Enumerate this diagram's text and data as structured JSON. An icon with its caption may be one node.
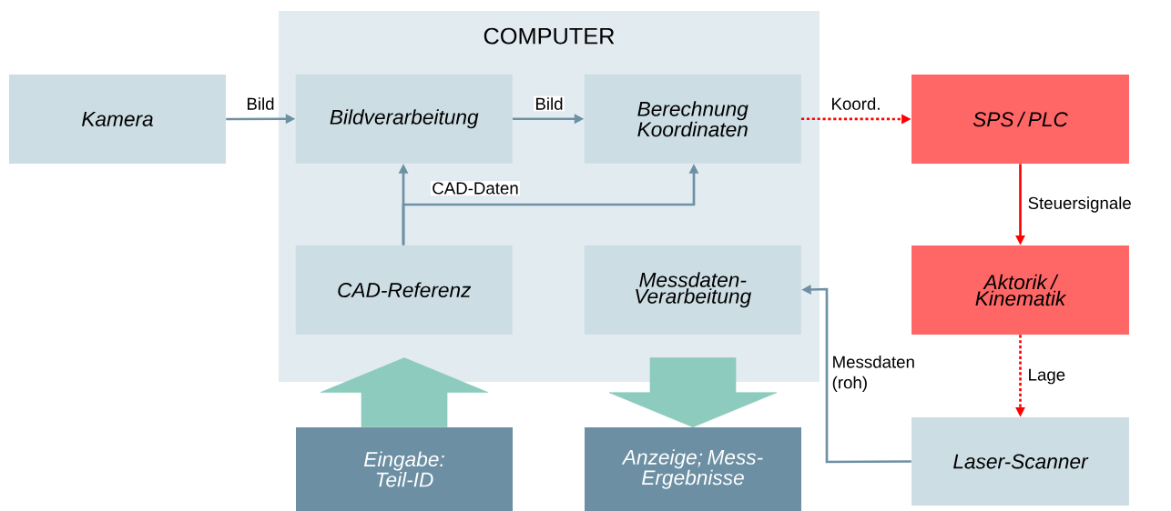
{
  "diagram": {
    "nodes": [
      {
        "text": [
          "COMPUTER"
        ]
      },
      {
        "text": [
          "Kamera"
        ]
      },
      {
        "text": [
          "Bildverarbeitung"
        ],
        "in": 0
      },
      {
        "text": [
          "Berechnung Koordinaten"
        ],
        "in": 0
      },
      {
        "text": [
          "CAD-Referenz"
        ],
        "in": 0
      },
      {
        "text": [
          "Messdaten- Verarbeitung"
        ],
        "in": 0
      },
      {
        "text": [
          "SPS / PLC"
        ]
      },
      {
        "text": [
          "Aktorik / Kinematik"
        ]
      },
      {
        "text": [
          "Laser-Scanner"
        ]
      },
      {
        "text": [
          "Eingabe: Teil-ID"
        ]
      },
      {
        "text": [
          "Anzeige; Mess- Ergebnisse"
        ]
      }
    ],
    "edges": [
      {
        "from": 1,
        "to": 2,
        "arrow": "to",
        "label": "Bild"
      },
      {
        "from": 2,
        "to": 3,
        "arrow": "to",
        "label": "Bild"
      },
      {
        "from": 3,
        "to": 6,
        "arrow": "to",
        "label": "Koord.",
        "style": "dashed",
        "color": "#ff0000"
      },
      {
        "from": 4,
        "to": 2,
        "arrow": "to"
      },
      {
        "from": 4,
        "to": 3,
        "arrow": "to",
        "label": "CAD-Daten"
      },
      {
        "from": 6,
        "to": 7,
        "arrow": "to",
        "label": "Steuersignale",
        "color": "#ff0000"
      },
      {
        "from": 7,
        "to": 8,
        "arrow": "to",
        "label": "Lage",
        "style": "dashed",
        "color": "#ff0000"
      },
      {
        "from": 8,
        "to": 5,
        "arrow": "to",
        "label": "Messdaten (roh)"
      },
      {
        "from": 9,
        "to": 0,
        "arrow": "to",
        "style": "thick",
        "color": "#8ccbbd"
      },
      {
        "from": 0,
        "to": 10,
        "arrow": "to",
        "style": "thick",
        "color": "#8ccbbd"
      }
    ]
  }
}
